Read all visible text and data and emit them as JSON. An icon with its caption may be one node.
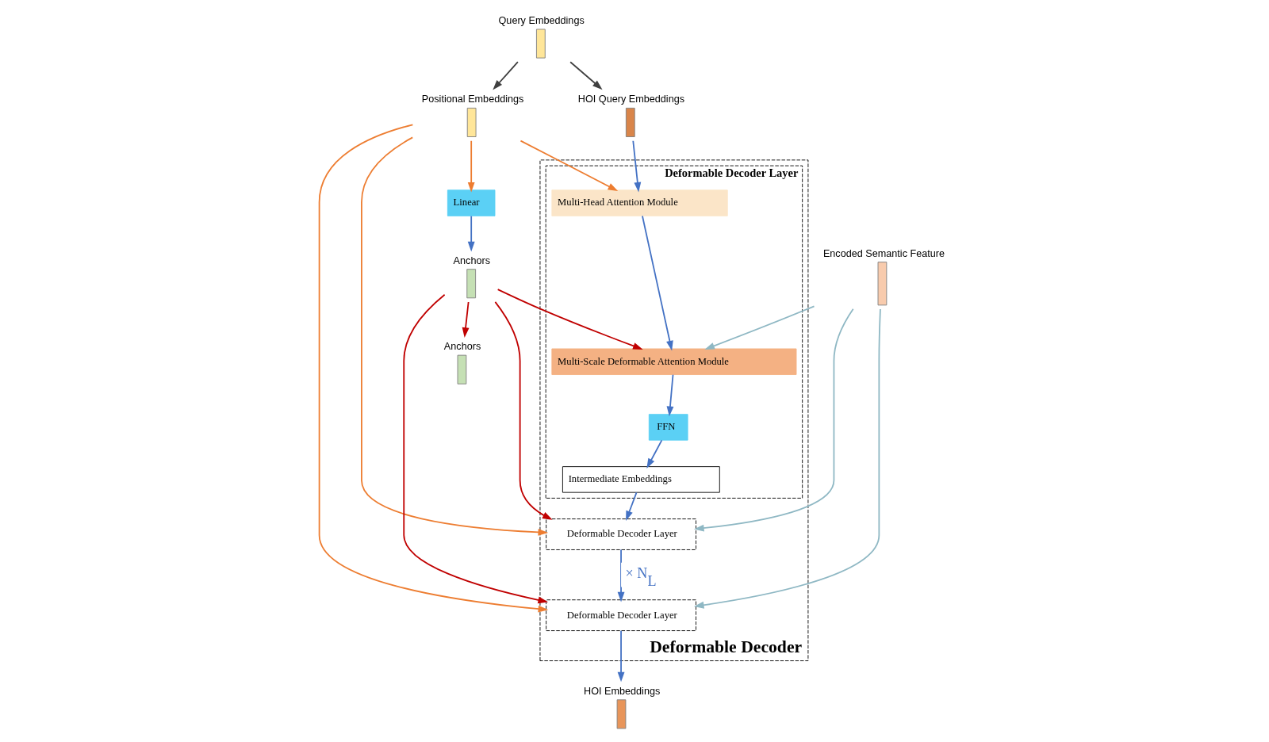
{
  "diagram": {
    "nodes": [
      {
        "text": [
          "Deformable Decoder"
        ]
      },
      {
        "text": [
          "Deformable Decoder Layer"
        ],
        "in": 0
      },
      {
        "text": [
          "Multi-Head Attention Module"
        ],
        "in": 1
      },
      {
        "text": [
          "Multi-Scale Deformable Attention Module"
        ],
        "in": 1
      },
      {
        "text": [
          "FFN"
        ],
        "in": 1
      },
      {
        "text": [
          "Intermediate Embeddings"
        ],
        "in": 1
      },
      {
        "text": [
          "Deformable Decoder Layer"
        ],
        "in": 0
      },
      {
        "text": [
          "Deformable Decoder Layer"
        ],
        "in": 0
      },
      {
        "text": [
          "Query Embeddings"
        ]
      },
      {
        "text": [
          "HOI Query Embeddings"
        ]
      },
      {
        "text": [
          "Positional Embeddings"
        ]
      },
      {
        "text": [
          "Linear"
        ]
      },
      {
        "text": [
          "Anchors"
        ]
      },
      {
        "text": [
          "Encoded Semantic Feature"
        ]
      },
      {
        "text": [
          "Anchors"
        ]
      },
      {
        "text": [
          "HOI Embeddings"
        ]
      }
    ],
    "edges": [
      {
        "from": 8,
        "to": 9,
        "arrow": "to",
        "color": "#404040"
      },
      {
        "from": 8,
        "to": 10,
        "arrow": "to",
        "color": "#404040"
      },
      {
        "from": 9,
        "to": 2,
        "arrow": "to"
      },
      {
        "from": 10,
        "to": 2,
        "arrow": "to",
        "color": "#ed7d31"
      },
      {
        "from": 10,
        "to": 11,
        "arrow": "to",
        "color": "#ed7d31"
      },
      {
        "from": 10,
        "to": 6,
        "arrow": "to",
        "color": "#ed7d31"
      },
      {
        "from": 10,
        "to": 7,
        "arrow": "to",
        "color": "#ed7d31"
      },
      {
        "from": 11,
        "to": 12,
        "arrow": "to"
      },
      {
        "from": 12,
        "to": 3,
        "arrow": "to",
        "color": "#c00000"
      },
      {
        "from": 12,
        "to": 6,
        "arrow": "to",
        "color": "#c00000"
      },
      {
        "from": 12,
        "to": 7,
        "arrow": "to",
        "color": "#c00000"
      },
      {
        "from": 12,
        "to": 14,
        "arrow": "to",
        "color": "#c00000"
      },
      {
        "from": 13,
        "to": 3,
        "arrow": "to",
        "color": "#8fb8c4"
      },
      {
        "from": 13,
        "to": 6,
        "arrow": "to",
        "color": "#8fb8c4"
      },
      {
        "from": 13,
        "to": 7,
        "arrow": "to",
        "color": "#8fb8c4"
      },
      {
        "from": 2,
        "to": 3,
        "arrow": "to"
      },
      {
        "from": 3,
        "to": 4,
        "arrow": "to"
      },
      {
        "from": 4,
        "to": 5,
        "arrow": "to"
      },
      {
        "from": 5,
        "to": 6,
        "arrow": "to"
      },
      {
        "from": 6,
        "to": 7,
        "arrow": "to",
        "label": "× N$_{L}$"
      },
      {
        "from": 7,
        "to": 15,
        "arrow": "to"
      }
    ]
  }
}
